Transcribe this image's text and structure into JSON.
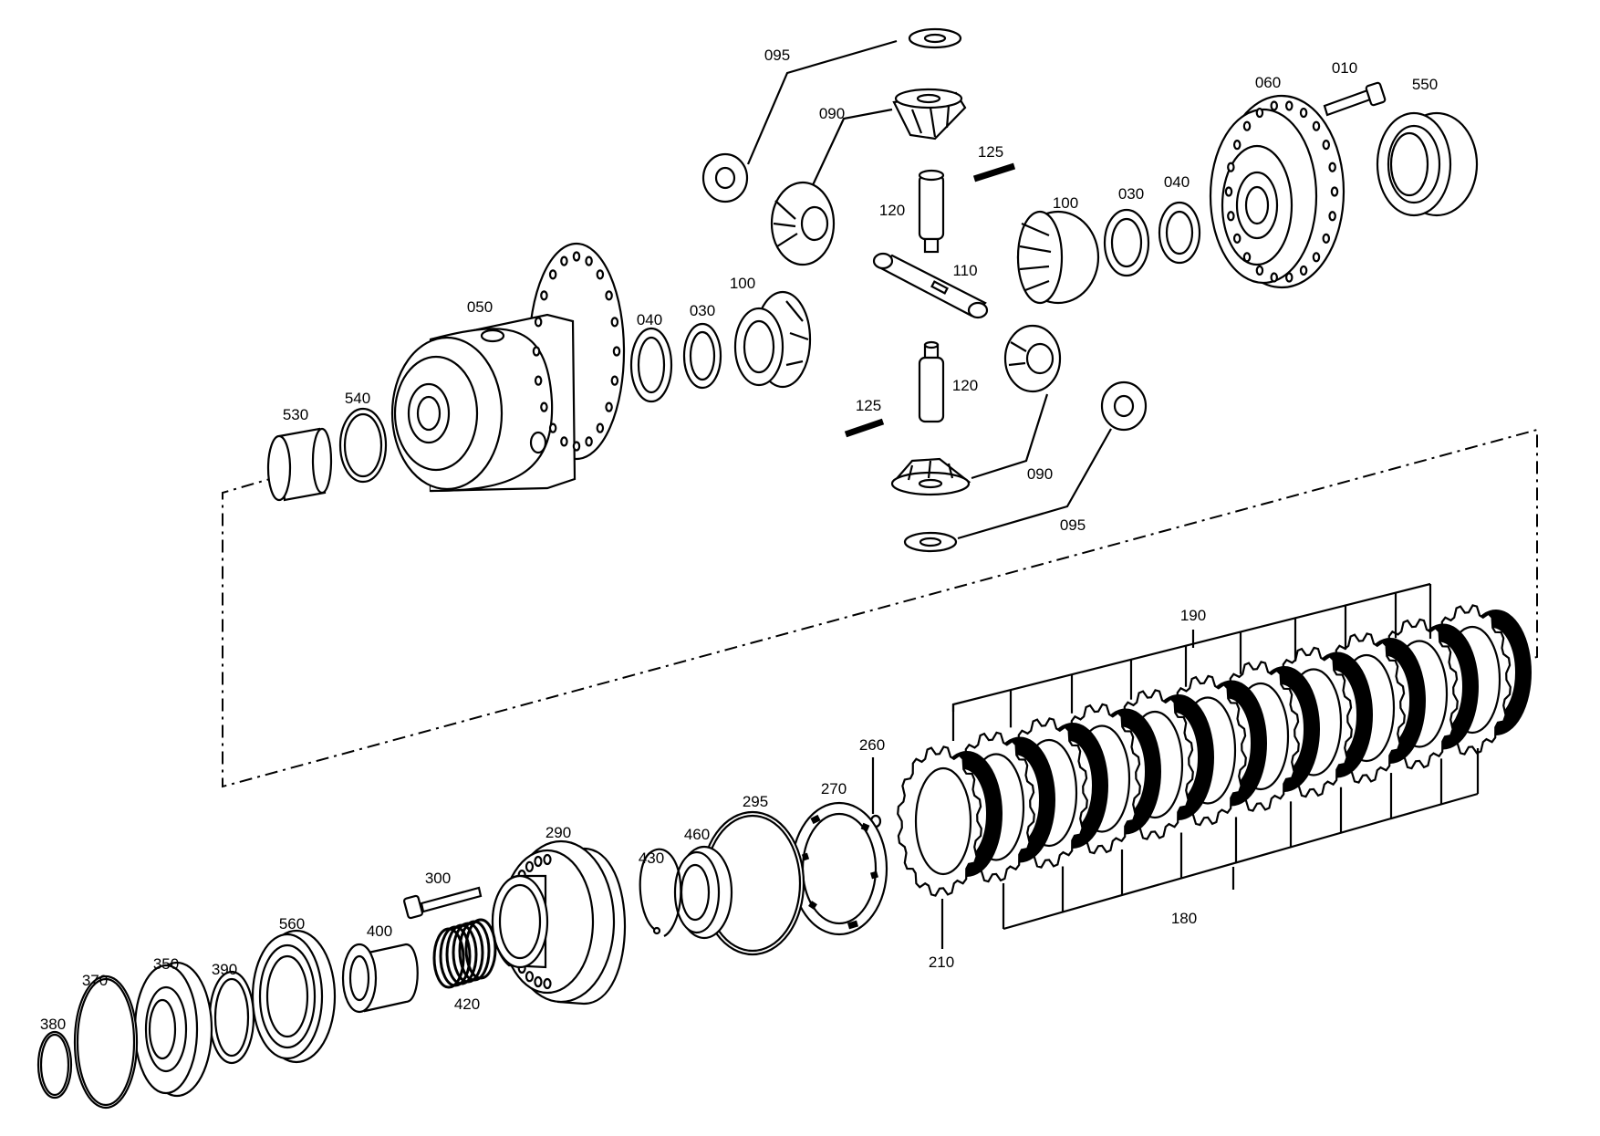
{
  "diagram": {
    "labels": {
      "p095a": "095",
      "p090a": "090",
      "p125a": "125",
      "p120a": "120",
      "p110": "110",
      "p100a": "100",
      "p030a": "030",
      "p040a": "040",
      "p060": "060",
      "p010": "010",
      "p550": "550",
      "p050": "050",
      "p040b": "040",
      "p030b": "030",
      "p100b": "100",
      "p540": "540",
      "p530": "530",
      "p125b": "125",
      "p120b": "120",
      "p090b": "090",
      "p095b": "095",
      "p190": "190",
      "p260": "260",
      "p270": "270",
      "p295": "295",
      "p460": "460",
      "p430": "430",
      "p290": "290",
      "p300": "300",
      "p560": "560",
      "p400": "400",
      "p420": "420",
      "p350": "350",
      "p390": "390",
      "p370": "370",
      "p380": "380",
      "p210": "210",
      "p180": "180"
    },
    "colors": {
      "ink": "#000000",
      "paper": "#ffffff"
    }
  }
}
